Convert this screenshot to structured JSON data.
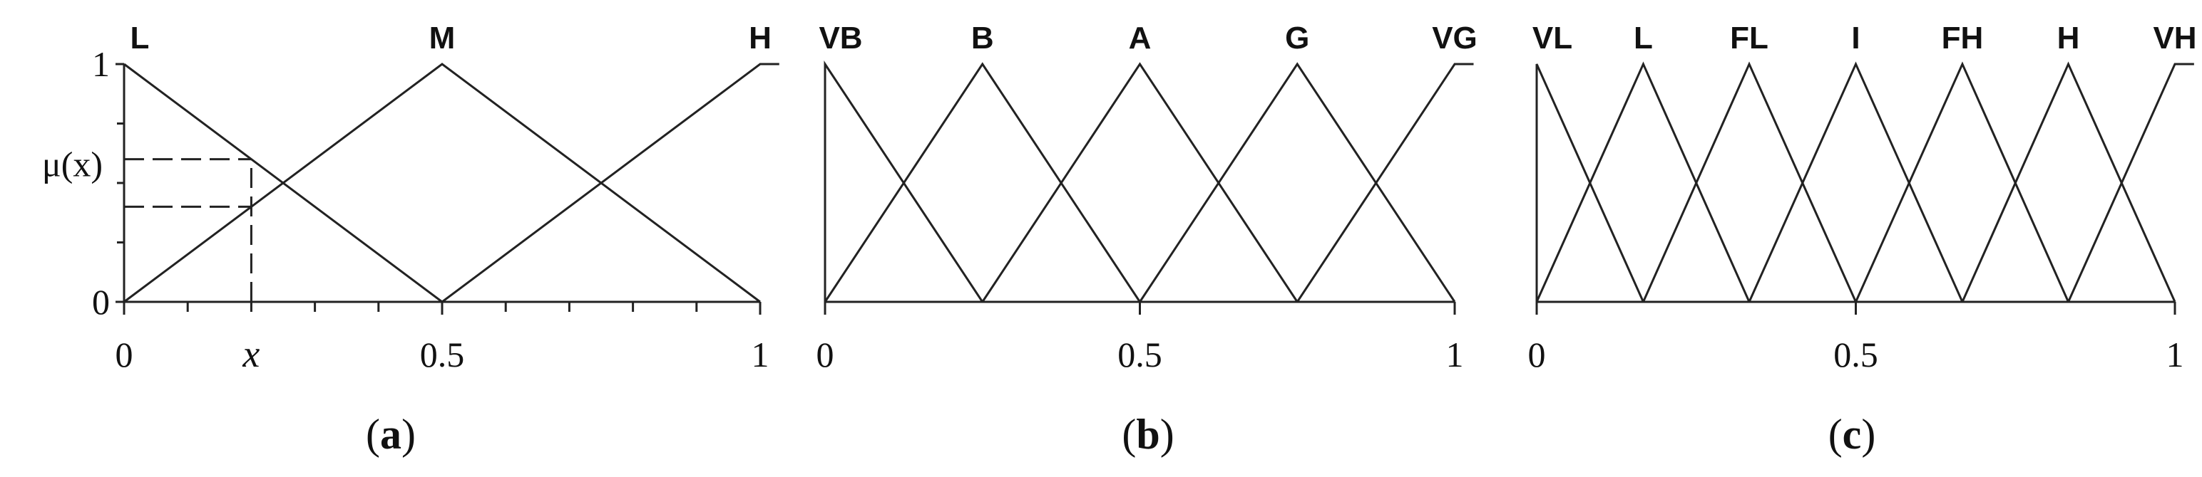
{
  "chart_data": [
    {
      "type": "line",
      "panel": "a",
      "caption": "(a)",
      "caption_letter": "a",
      "xlim": [
        0,
        1
      ],
      "ylim": [
        0,
        1
      ],
      "x_ticks": [
        "0",
        "0.5",
        "1"
      ],
      "x_tick_values": [
        0,
        0.5,
        1
      ],
      "y_ticks": [
        "1",
        "0"
      ],
      "y_tick_values": [
        1,
        0
      ],
      "minor_x_ticks": [
        0.1,
        0.2,
        0.3,
        0.4,
        0.6,
        0.7,
        0.8,
        0.9
      ],
      "minor_y_ticks": [
        0.25,
        0.5,
        0.75
      ],
      "ylabel": "μ(x)",
      "annotation": {
        "label": "x",
        "x": 0.2,
        "mu_values": [
          0.6,
          0.4
        ]
      },
      "series": [
        {
          "name": "L",
          "x": [
            0,
            0.5,
            1
          ],
          "y": [
            1,
            0,
            0
          ]
        },
        {
          "name": "M",
          "x": [
            0,
            0.5,
            1
          ],
          "y": [
            0,
            1,
            0
          ]
        },
        {
          "name": "H",
          "x": [
            0,
            0.5,
            1,
            1.03
          ],
          "y": [
            0,
            0,
            1,
            1
          ]
        }
      ]
    },
    {
      "type": "line",
      "panel": "b",
      "caption": "(b)",
      "caption_letter": "b",
      "xlim": [
        0,
        1
      ],
      "ylim": [
        0,
        1
      ],
      "x_ticks": [
        "0",
        "0.5",
        "1"
      ],
      "x_tick_values": [
        0,
        0.5,
        1
      ],
      "series": [
        {
          "name": "VB",
          "x": [
            0,
            0,
            0.25,
            1
          ],
          "y": [
            0,
            1,
            0,
            0
          ]
        },
        {
          "name": "B",
          "x": [
            0,
            0.25,
            0.5,
            1
          ],
          "y": [
            0,
            1,
            0,
            0
          ]
        },
        {
          "name": "A",
          "x": [
            0,
            0.25,
            0.5,
            0.75,
            1
          ],
          "y": [
            0,
            0,
            1,
            0,
            0
          ]
        },
        {
          "name": "G",
          "x": [
            0,
            0.5,
            0.75,
            1
          ],
          "y": [
            0,
            0,
            1,
            0
          ]
        },
        {
          "name": "VG",
          "x": [
            0,
            0.75,
            1,
            1.03
          ],
          "y": [
            0,
            0,
            1,
            1
          ]
        }
      ]
    },
    {
      "type": "line",
      "panel": "c",
      "caption": "(c)",
      "caption_letter": "c",
      "xlim": [
        0,
        1
      ],
      "ylim": [
        0,
        1
      ],
      "x_ticks": [
        "0",
        "0.5",
        "1"
      ],
      "x_tick_values": [
        0,
        0.5,
        1
      ],
      "series": [
        {
          "name": "VL",
          "x": [
            0,
            0,
            0.167,
            1
          ],
          "y": [
            0,
            1,
            0,
            0
          ]
        },
        {
          "name": "L",
          "x": [
            0,
            0.167,
            0.333,
            1
          ],
          "y": [
            0,
            1,
            0,
            0
          ]
        },
        {
          "name": "FL",
          "x": [
            0,
            0.167,
            0.333,
            0.5,
            1
          ],
          "y": [
            0,
            0,
            1,
            0,
            0
          ]
        },
        {
          "name": "I",
          "x": [
            0,
            0.333,
            0.5,
            0.667,
            1
          ],
          "y": [
            0,
            0,
            1,
            0,
            0
          ]
        },
        {
          "name": "FH",
          "x": [
            0,
            0.5,
            0.667,
            0.833,
            1
          ],
          "y": [
            0,
            0,
            1,
            0,
            0
          ]
        },
        {
          "name": "H",
          "x": [
            0,
            0.667,
            0.833,
            1
          ],
          "y": [
            0,
            0,
            1,
            0
          ]
        },
        {
          "name": "VH",
          "x": [
            0,
            0.833,
            1,
            1.03
          ],
          "y": [
            0,
            0,
            1,
            1
          ]
        }
      ]
    }
  ]
}
